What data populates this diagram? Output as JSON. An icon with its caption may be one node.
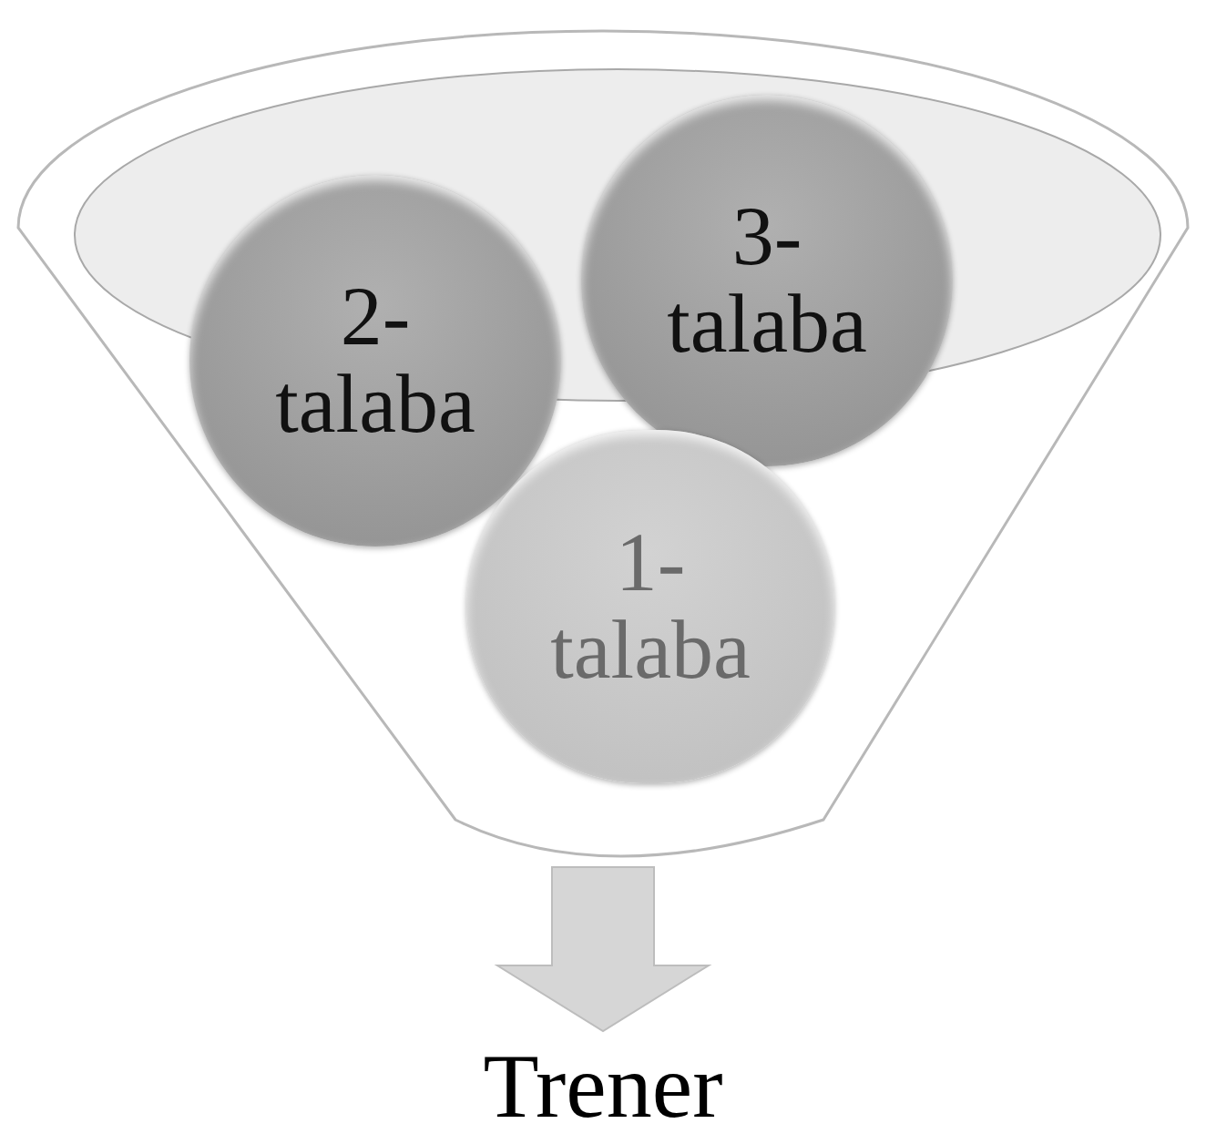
{
  "diagram": {
    "nodes": [
      {
        "text": [],
        "shape": "funnel"
      },
      {
        "text": [
          "2- talaba"
        ],
        "in": 0
      },
      {
        "text": [
          "3- talaba"
        ],
        "in": 0
      },
      {
        "text": [
          "1- talaba"
        ],
        "in": 0
      },
      {
        "text": [
          "Trener"
        ]
      }
    ],
    "edges": [
      {
        "from": 0,
        "to": 4,
        "arrow": "to"
      }
    ]
  }
}
